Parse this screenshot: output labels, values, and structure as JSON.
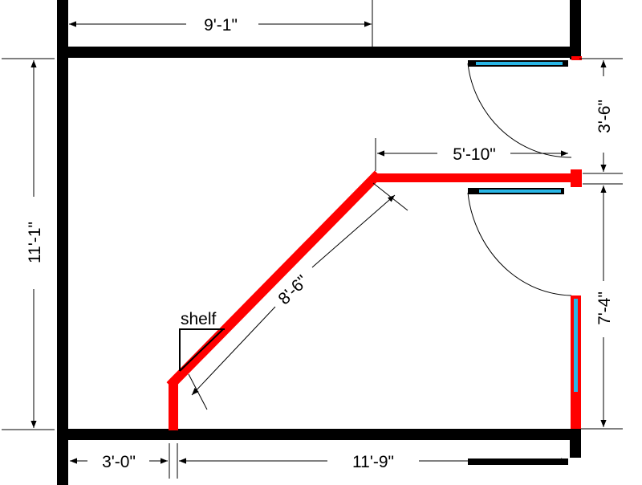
{
  "colors": {
    "existing_wall": "#000000",
    "new_wall": "#ff0000",
    "glass": "#29b6e6",
    "line": "#000000",
    "background": "#ffffff"
  },
  "dimensions": {
    "top_width": "9'-1\"",
    "left_height": "11'-1\"",
    "upper_door": "3'-6\"",
    "top_partition": "5'-10\"",
    "diagonal_partition": "8'-6\"",
    "right_wall": "7'-4\"",
    "bottom_left": "3'-0\"",
    "bottom_right": "11'-9\""
  },
  "labels": {
    "shelf": "shelf"
  }
}
